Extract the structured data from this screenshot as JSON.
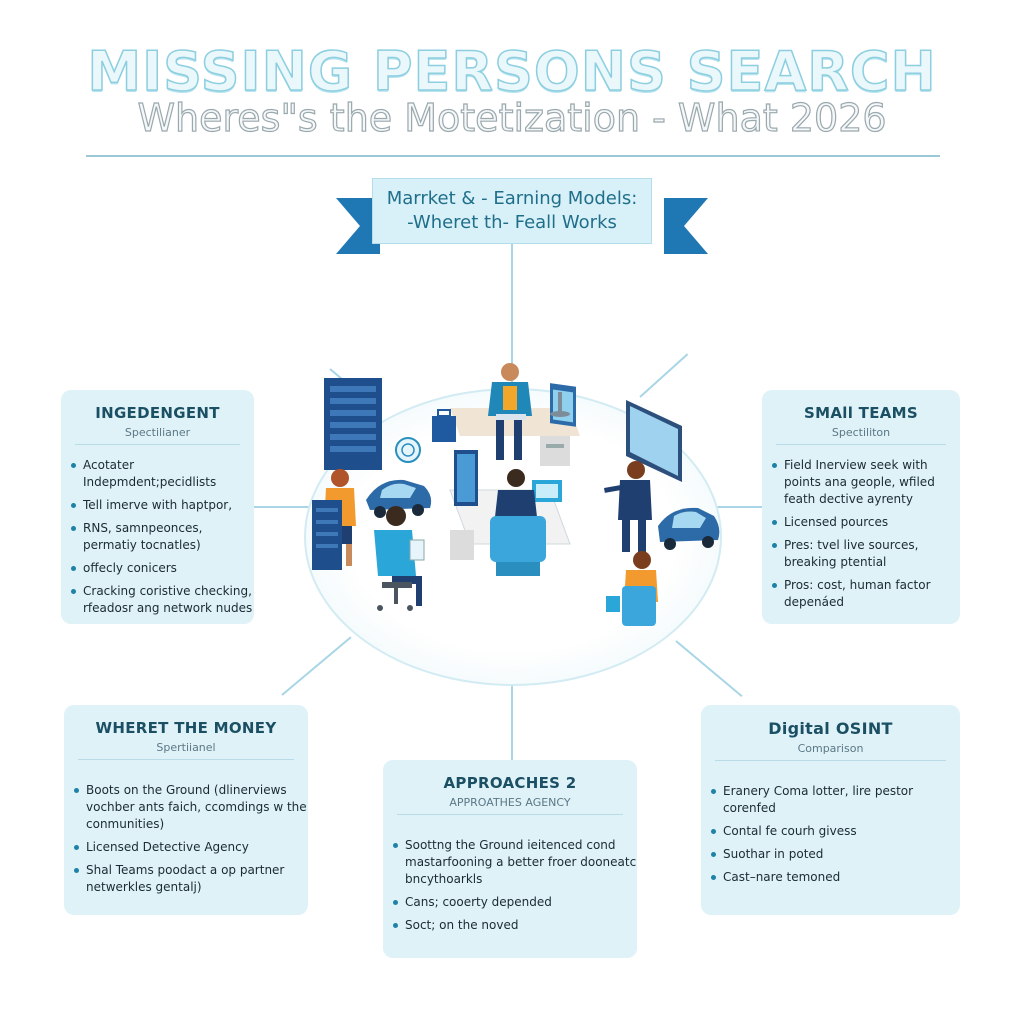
{
  "header": {
    "title": "MISSING PERSONS SEARCH",
    "subtitle": "Wheres\"s the Motetization - What 2026"
  },
  "banner": {
    "line1": "Marrket & - Earning Models:",
    "line2": "-Wheret th- Feall Works"
  },
  "cards": {
    "independent": {
      "title": "INGEDENGENT",
      "sub": "Spectilianer",
      "items": [
        "Acotater Indepmdent;pecidlists",
        "Tell imerve with haptpor,",
        "RNS, samnpeonces, permatiy tocnatles)",
        "offecly conicers",
        "Cracking coristive checking, rfeadosr ang network nudes"
      ]
    },
    "small_teams": {
      "title": "SMAll TEAMS",
      "sub": "Spectiliton",
      "items": [
        "Field Inerview seek with points ana geople, wfiled feath dective ayrenty",
        "Licensed pources",
        "Pres: tvel live sources, breaking ptential",
        "Pros: cost, human factor depenáed"
      ]
    },
    "money": {
      "title": "WHERET THE MONEY",
      "sub": "Spertiianel",
      "items": [
        "Boots on the Ground (dlinerviews vochber ants faich, ccomdings w the conmunities)",
        "Licensed Detective Agency",
        "Shal Teams poodact a op partner netwerkles gentalj)"
      ]
    },
    "approaches": {
      "title": "APPROACHES 2",
      "sub": "APPROATHES AGENCY",
      "items": [
        "Soottng the Ground ieitenced cond mastarfooning a better froer dooneatc bncythoarkls",
        "Cans; cooerty depended",
        "Soct; on the noved"
      ]
    },
    "osint": {
      "title": "Digital OSINT",
      "sub": "Comparison",
      "items": [
        "Eranery Coma lotter, lire pestor corenfed",
        "Contal fe courh givess",
        "Suothar in poted",
        "Cast–nare temoned"
      ]
    }
  },
  "colors": {
    "accent": "#1f78b4",
    "card_bg": "#dff2f8",
    "heading": "#1b4f63"
  }
}
